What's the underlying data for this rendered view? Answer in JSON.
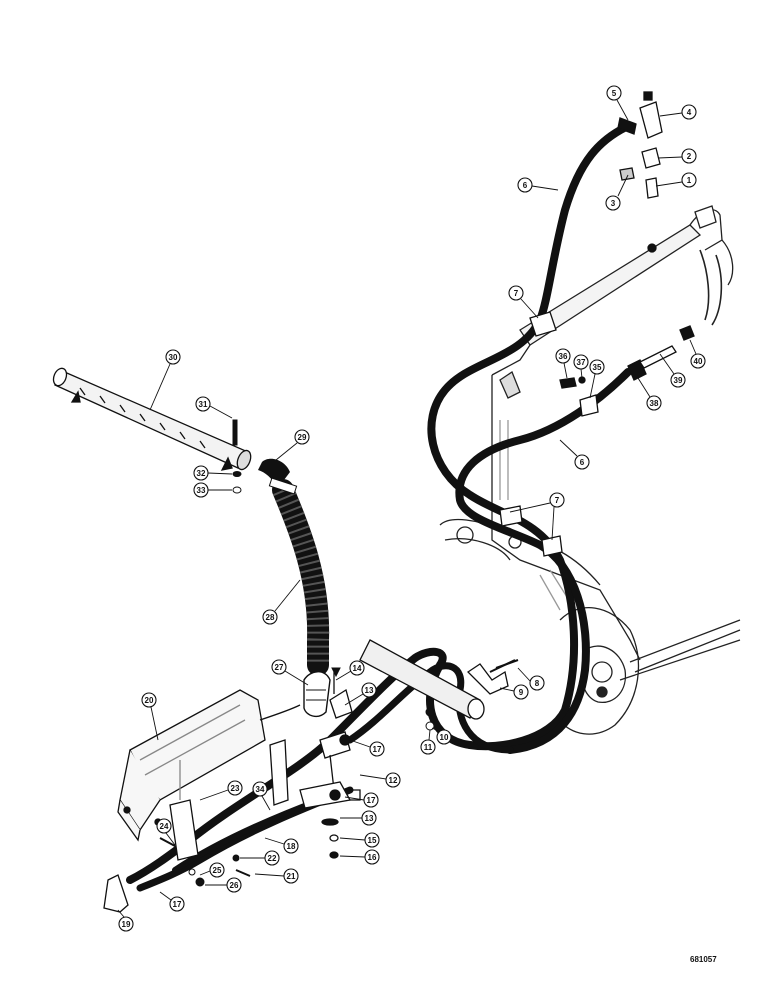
{
  "figure_number": "681057",
  "callouts": [
    {
      "id": "c1",
      "label": "1"
    },
    {
      "id": "c2",
      "label": "2"
    },
    {
      "id": "c3",
      "label": "3"
    },
    {
      "id": "c4",
      "label": "4"
    },
    {
      "id": "c5",
      "label": "5"
    },
    {
      "id": "c6a",
      "label": "6"
    },
    {
      "id": "c6b",
      "label": "6"
    },
    {
      "id": "c7a",
      "label": "7"
    },
    {
      "id": "c7b",
      "label": "7"
    },
    {
      "id": "c8",
      "label": "8"
    },
    {
      "id": "c9",
      "label": "9"
    },
    {
      "id": "c10",
      "label": "10"
    },
    {
      "id": "c11",
      "label": "11"
    },
    {
      "id": "c12",
      "label": "12"
    },
    {
      "id": "c13a",
      "label": "13"
    },
    {
      "id": "c13b",
      "label": "13"
    },
    {
      "id": "c14",
      "label": "14"
    },
    {
      "id": "c15",
      "label": "15"
    },
    {
      "id": "c16",
      "label": "16"
    },
    {
      "id": "c17a",
      "label": "17"
    },
    {
      "id": "c17b",
      "label": "17"
    },
    {
      "id": "c17c",
      "label": "17"
    },
    {
      "id": "c18",
      "label": "18"
    },
    {
      "id": "c19",
      "label": "19"
    },
    {
      "id": "c20",
      "label": "20"
    },
    {
      "id": "c21",
      "label": "21"
    },
    {
      "id": "c22",
      "label": "22"
    },
    {
      "id": "c23",
      "label": "23"
    },
    {
      "id": "c24",
      "label": "24"
    },
    {
      "id": "c25",
      "label": "25"
    },
    {
      "id": "c26",
      "label": "26"
    },
    {
      "id": "c27",
      "label": "27"
    },
    {
      "id": "c28",
      "label": "28"
    },
    {
      "id": "c29",
      "label": "29"
    },
    {
      "id": "c30",
      "label": "30"
    },
    {
      "id": "c31",
      "label": "31"
    },
    {
      "id": "c32",
      "label": "32"
    },
    {
      "id": "c33",
      "label": "33"
    },
    {
      "id": "c34",
      "label": "34"
    },
    {
      "id": "c35",
      "label": "35"
    },
    {
      "id": "c36",
      "label": "36"
    },
    {
      "id": "c37",
      "label": "37"
    },
    {
      "id": "c38",
      "label": "38"
    },
    {
      "id": "c39",
      "label": "39"
    },
    {
      "id": "c40",
      "label": "40"
    }
  ]
}
